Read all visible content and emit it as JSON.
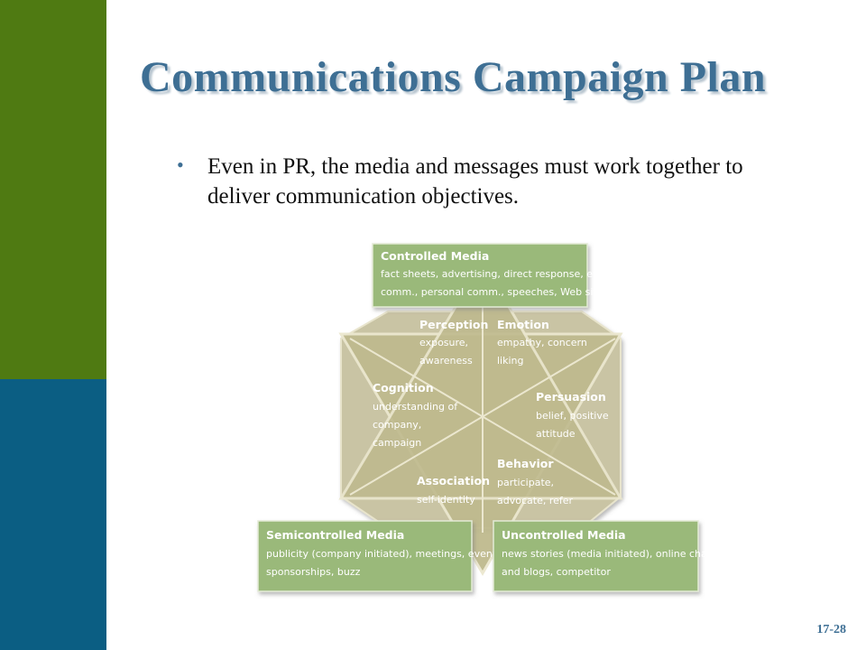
{
  "slide": {
    "title": "Communications Campaign Plan",
    "bullet": "Even in PR, the media and messages must work together to deliver communication objectives.",
    "slide_number": "17-28"
  },
  "diagram": {
    "media": {
      "controlled": {
        "title": "Controlled Media",
        "lines": [
          "fact sheets, advertising, direct response, employee",
          "comm., personal comm., speeches, Web sites"
        ]
      },
      "semicontrolled": {
        "title": "Semicontrolled Media",
        "lines": [
          "publicity (company initiated), meetings, events,",
          "sponsorships, buzz"
        ]
      },
      "uncontrolled": {
        "title": "Uncontrolled Media",
        "lines": [
          "news stories (media initiated), online chat groups",
          "and blogs, competitor"
        ]
      }
    },
    "segments": {
      "perception": {
        "title": "Perception",
        "lines": [
          "exposure,",
          "awareness"
        ]
      },
      "emotion": {
        "title": "Emotion",
        "lines": [
          "empathy, concern",
          "liking"
        ]
      },
      "cognition": {
        "title": "Cognition",
        "lines": [
          "understanding of",
          "company,",
          "campaign"
        ]
      },
      "persuasion": {
        "title": "Persuasion",
        "lines": [
          "belief, positive",
          "attitude"
        ]
      },
      "association": {
        "title": "Association",
        "lines": [
          "self-identity"
        ]
      },
      "behavior": {
        "title": "Behavior",
        "lines": [
          "participate,",
          "advocate, refer"
        ]
      }
    },
    "colors": {
      "box": "#9ab97a",
      "octagon": "#c4bf9e",
      "triangle": "#bdb98c",
      "outline": "#e8e4cc"
    }
  }
}
